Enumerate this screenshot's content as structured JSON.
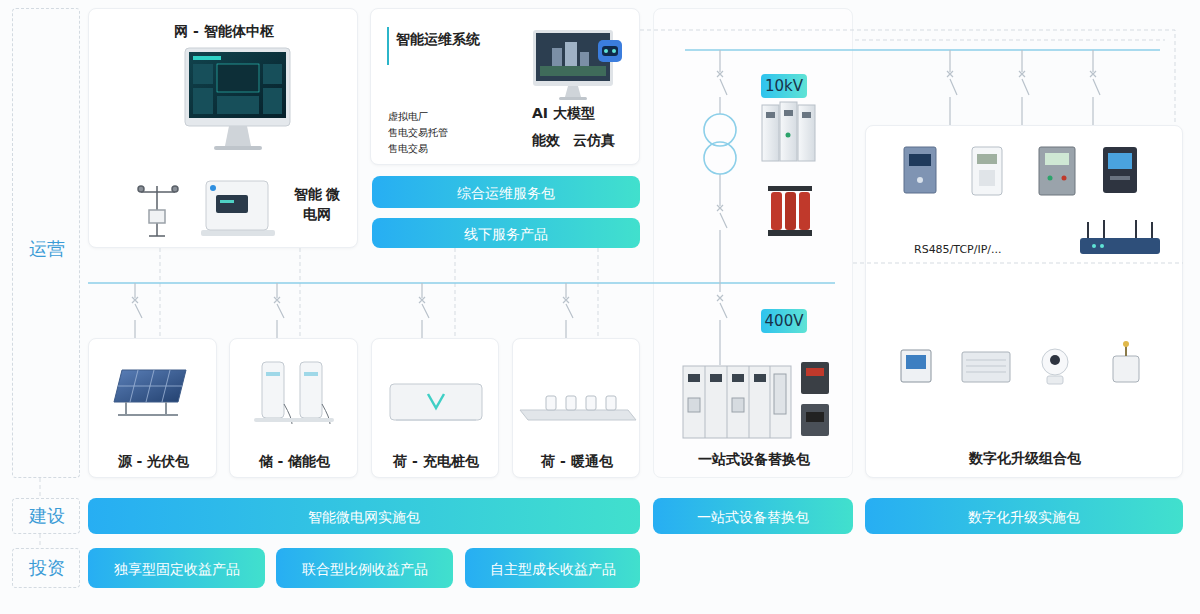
{
  "diagram": {
    "nodes": [
      {
        "text": [
          "运营"
        ]
      },
      {
        "text": [
          "网 - 智能体中枢",
          "智能 微电网"
        ]
      },
      {
        "text": [
          "智能运维系统",
          "虚拟电厂",
          "售电交易托管",
          "售电交易",
          "AI 大模型",
          "能效",
          "云仿真"
        ]
      },
      {
        "text": [
          "综合运维服务包"
        ]
      },
      {
        "text": [
          "线下服务产品"
        ]
      },
      {
        "text": [
          "一站式设备替换包"
        ]
      },
      {
        "text": [
          "10kV"
        ],
        "in": 5
      },
      {
        "text": [
          "400V"
        ],
        "in": 5
      },
      {
        "text": [
          "RS485/TCP/IP/...",
          "数字化升级组合包"
        ]
      },
      {
        "text": [
          "源 - 光伏包"
        ]
      },
      {
        "text": [
          "储 - 储能包"
        ]
      },
      {
        "text": [
          "荷 - 充电桩包"
        ]
      },
      {
        "text": [
          "荷 - 暖通包"
        ]
      },
      {
        "text": [
          "建设"
        ]
      },
      {
        "text": [
          "智能微电网实施包"
        ]
      },
      {
        "text": [
          "一站式设备替换包"
        ]
      },
      {
        "text": [
          "数字化升级实施包"
        ]
      },
      {
        "text": [
          "投资"
        ]
      },
      {
        "text": [
          "独享型固定收益产品"
        ]
      },
      {
        "text": [
          "联合型比例收益产品"
        ]
      },
      {
        "text": [
          "自主型成长收益产品"
        ]
      }
    ]
  }
}
